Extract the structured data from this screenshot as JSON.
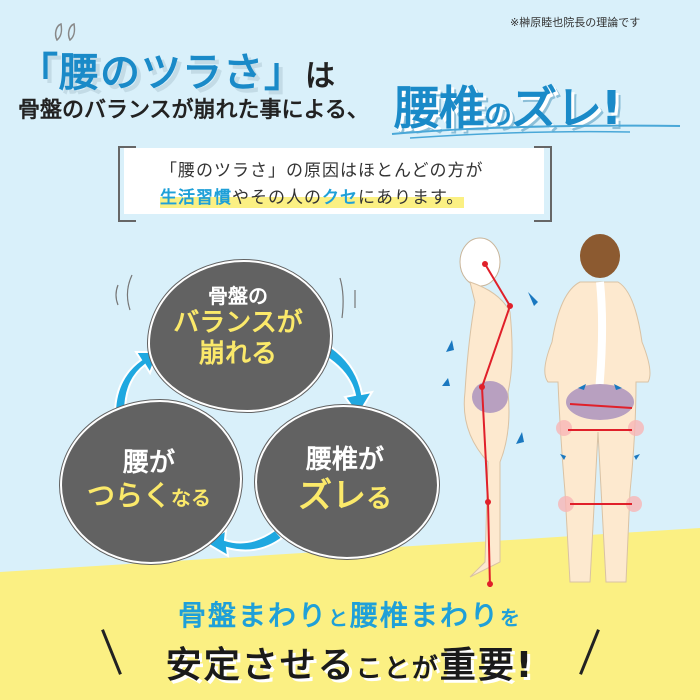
{
  "header": {
    "note": "※榊原睦也院長の理論です",
    "title_quote_open": "「",
    "title_main": "腰のツラさ",
    "title_quote_close": "」",
    "title_particle": "は",
    "subtitle_prefix": "骨盤のバランスが崩れた事による、",
    "subtitle_accent_a": "腰椎",
    "subtitle_accent_no": "の",
    "subtitle_accent_b": "ズレ!"
  },
  "box": {
    "line1": "「腰のツラさ」の原因はほとんどの方が",
    "line2_highlight1": "生活習慣",
    "line2_mid": "やその人の",
    "line2_highlight2": "クセ",
    "line2_end": "にあります。"
  },
  "cycle": {
    "top": {
      "line1": "骨盤の",
      "line2": "バランスが",
      "line3": "崩れる"
    },
    "right": {
      "line1": "腰椎が",
      "line2a": "ズレ",
      "line2b": "る"
    },
    "left": {
      "line1": "腰が",
      "line2a": "つらく",
      "line2b": "なる"
    }
  },
  "illustration": {
    "description": "side-view and back-view human figures showing spine and pelvis misalignment"
  },
  "footer": {
    "line1_a": "骨盤まわり",
    "line1_to": "と",
    "line1_b": "腰椎まわり",
    "line1_wo": "を",
    "line2_a": "安定させる",
    "line2_b": "ことが",
    "line2_c": "重要!"
  },
  "colors": {
    "background": "#d9f0fa",
    "accent_blue": "#1a8ac8",
    "light_blue": "#1fa0d8",
    "yellow": "#fbf083",
    "blob_gray": "#626262",
    "blob_yellow_text": "#fbe96a"
  }
}
